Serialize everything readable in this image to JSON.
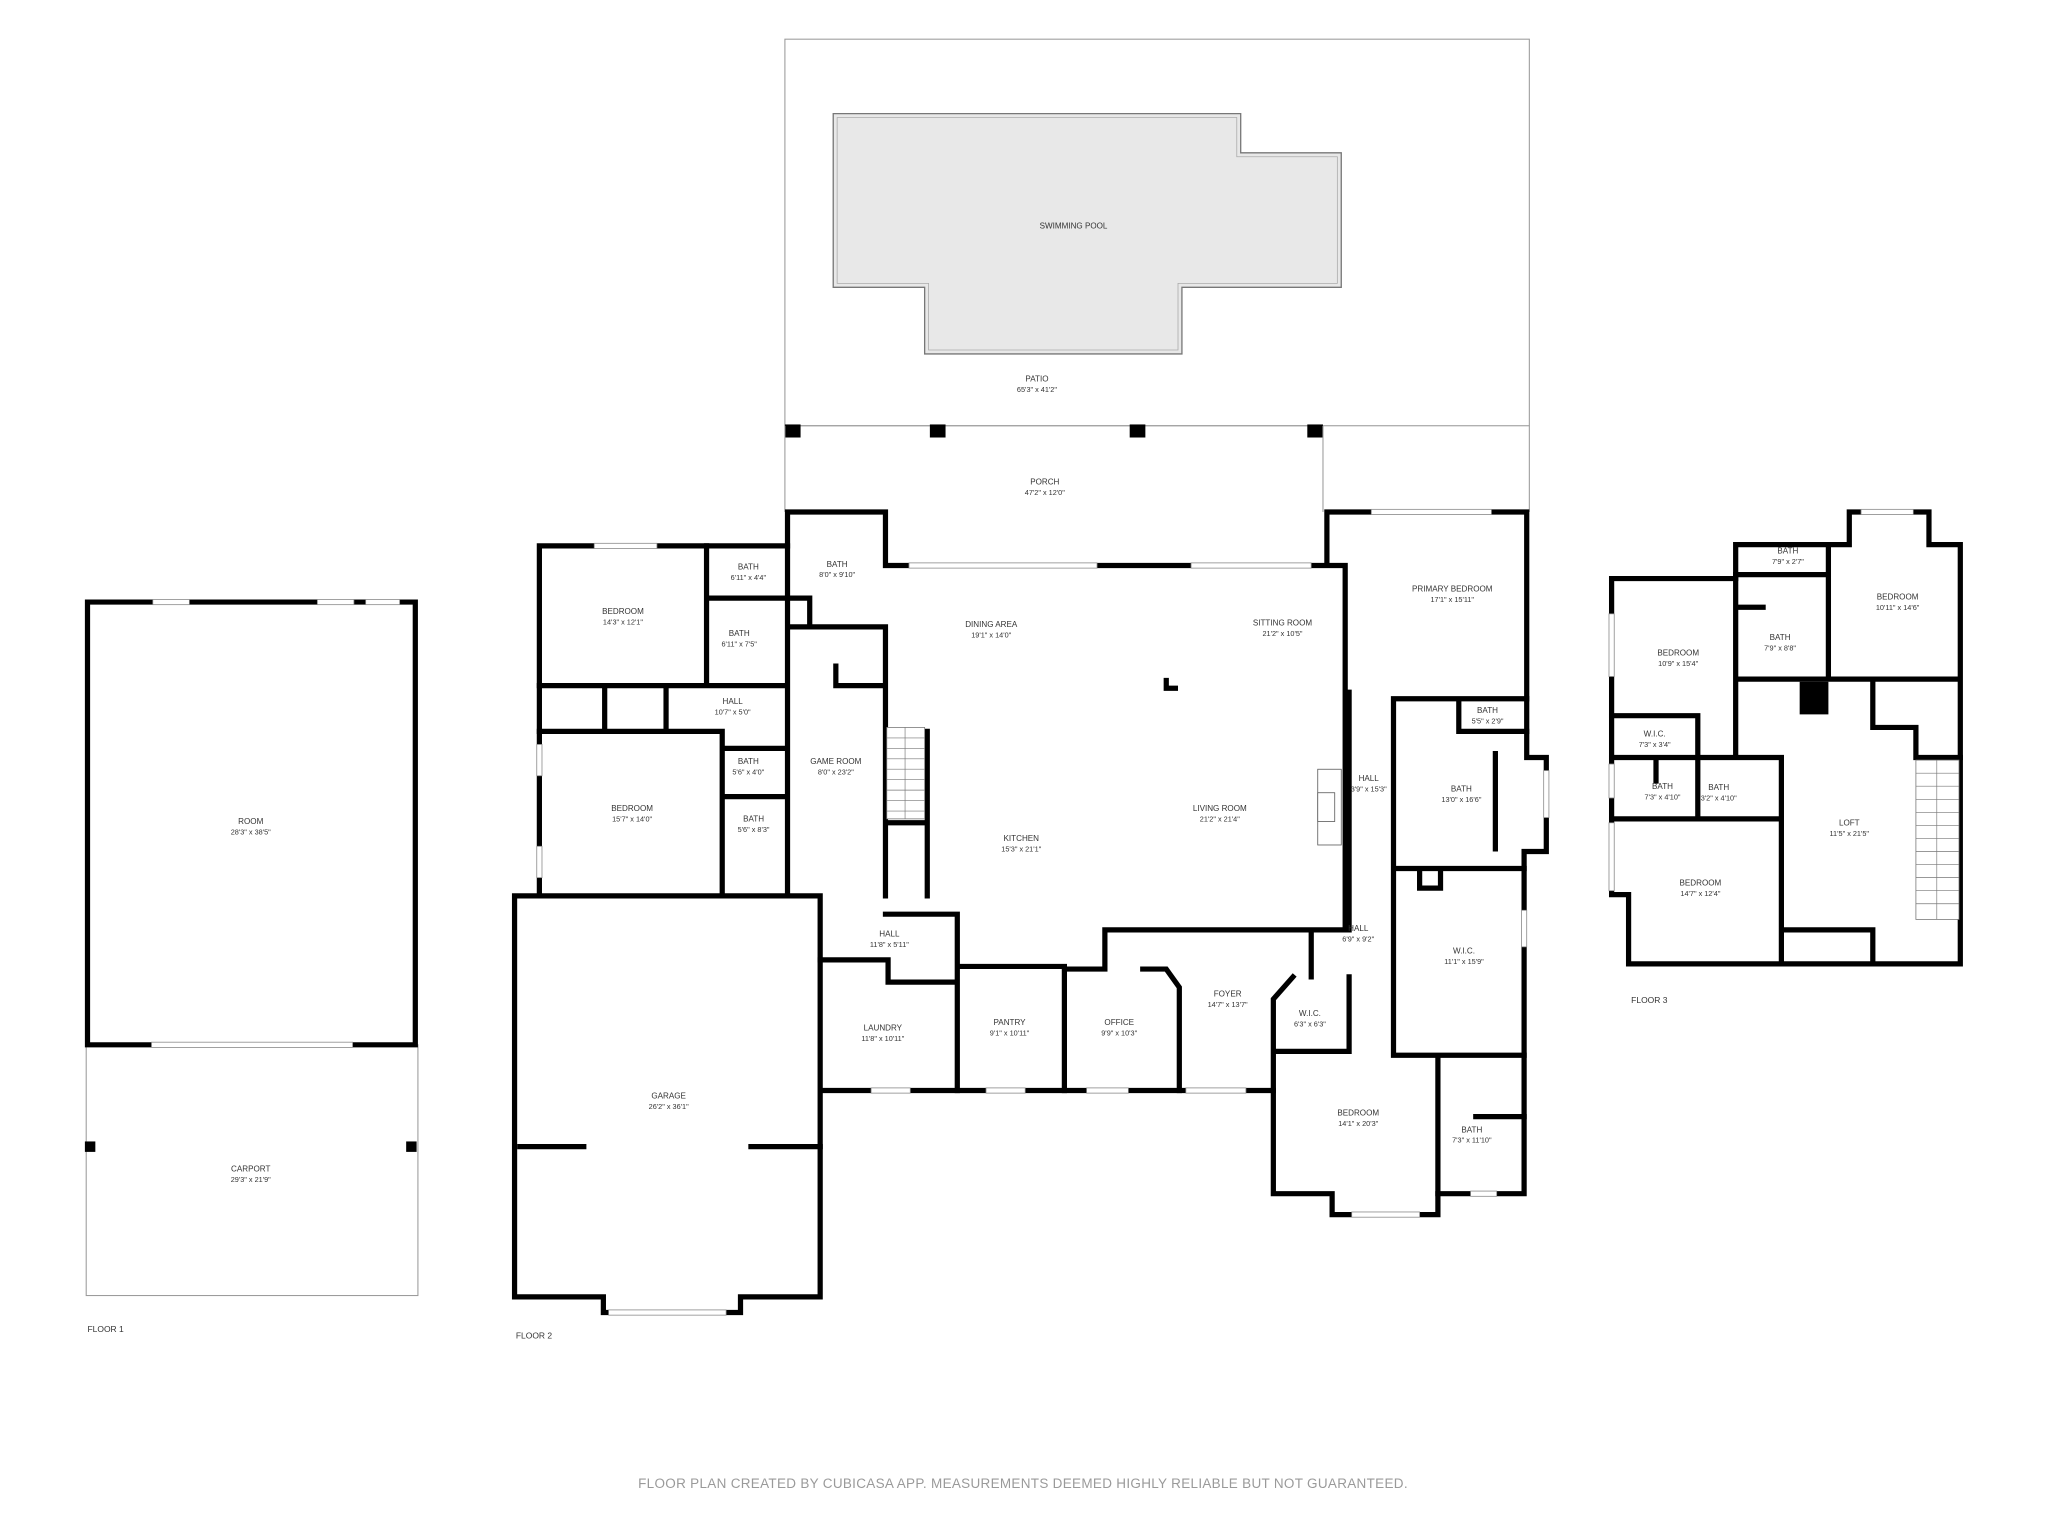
{
  "floor1": {
    "label": "FLOOR 1",
    "rooms": [
      {
        "name": "ROOM",
        "dims": "28'3\" x 38'5\""
      },
      {
        "name": "CARPORT",
        "dims": "29'3\" x 21'9\""
      }
    ]
  },
  "floor2": {
    "label": "FLOOR 2",
    "rooms": [
      {
        "name": "SWIMMING POOL",
        "dims": ""
      },
      {
        "name": "PATIO",
        "dims": "65'3\" x 41'2\""
      },
      {
        "name": "PORCH",
        "dims": "47'2\" x 12'0\""
      },
      {
        "name": "BEDROOM",
        "dims": "14'3\" x 12'1\""
      },
      {
        "name": "BATH",
        "dims": "6'11\" x 4'4\""
      },
      {
        "name": "BATH",
        "dims": "6'11\" x 7'5\""
      },
      {
        "name": "BATH",
        "dims": "8'0\" x 9'10\""
      },
      {
        "name": "HALL",
        "dims": "10'7\" x 5'0\""
      },
      {
        "name": "BEDROOM",
        "dims": "15'7\" x 14'0\""
      },
      {
        "name": "BATH",
        "dims": "5'6\" x 4'0\""
      },
      {
        "name": "BATH",
        "dims": "5'6\" x 8'3\""
      },
      {
        "name": "GAME ROOM",
        "dims": "8'0\" x 23'2\""
      },
      {
        "name": "DINING AREA",
        "dims": "19'1\" x 14'0\""
      },
      {
        "name": "SITTING ROOM",
        "dims": "21'2\" x 10'5\""
      },
      {
        "name": "KITCHEN",
        "dims": "15'3\" x 21'1\""
      },
      {
        "name": "LIVING ROOM",
        "dims": "21'2\" x 21'4\""
      },
      {
        "name": "HALL",
        "dims": "3'9\" x 15'3\""
      },
      {
        "name": "PRIMARY BEDROOM",
        "dims": "17'1\" x 15'11\""
      },
      {
        "name": "BATH",
        "dims": "5'5\" x 2'9\""
      },
      {
        "name": "BATH",
        "dims": "13'0\" x 16'6\""
      },
      {
        "name": "HALL",
        "dims": "6'9\" x 9'2\""
      },
      {
        "name": "W.I.C.",
        "dims": "11'1\" x 15'9\""
      },
      {
        "name": "HALL",
        "dims": "11'8\" x 5'11\""
      },
      {
        "name": "LAUNDRY",
        "dims": "11'8\" x 10'11\""
      },
      {
        "name": "PANTRY",
        "dims": "9'1\" x 10'11\""
      },
      {
        "name": "OFFICE",
        "dims": "9'9\" x 10'3\""
      },
      {
        "name": "FOYER",
        "dims": "14'7\" x 13'7\""
      },
      {
        "name": "W.I.C.",
        "dims": "6'3\" x 6'3\""
      },
      {
        "name": "BEDROOM",
        "dims": "14'1\" x 20'3\""
      },
      {
        "name": "BATH",
        "dims": "7'3\" x 11'10\""
      },
      {
        "name": "GARAGE",
        "dims": "26'2\" x 36'1\""
      }
    ]
  },
  "floor3": {
    "label": "FLOOR 3",
    "rooms": [
      {
        "name": "BATH",
        "dims": "7'9\" x 2'7\""
      },
      {
        "name": "BEDROOM",
        "dims": "10'11\" x 14'6\""
      },
      {
        "name": "BEDROOM",
        "dims": "10'9\" x 15'4\""
      },
      {
        "name": "BATH",
        "dims": "7'9\" x 8'8\""
      },
      {
        "name": "W.I.C.",
        "dims": "7'3\" x 3'4\""
      },
      {
        "name": "BATH",
        "dims": "7'3\" x 4'10\""
      },
      {
        "name": "BATH",
        "dims": "3'2\" x 4'10\""
      },
      {
        "name": "LOFT",
        "dims": "11'5\" x 21'5\""
      },
      {
        "name": "BEDROOM",
        "dims": "14'7\" x 12'4\""
      }
    ]
  },
  "footer": "FLOOR PLAN CREATED BY CUBICASA APP. MEASUREMENTS DEEMED HIGHLY RELIABLE BUT NOT GUARANTEED.",
  "colors": {
    "wall": "#000000",
    "pool": "#e8e8e8",
    "footer": "#9a9a9a"
  }
}
